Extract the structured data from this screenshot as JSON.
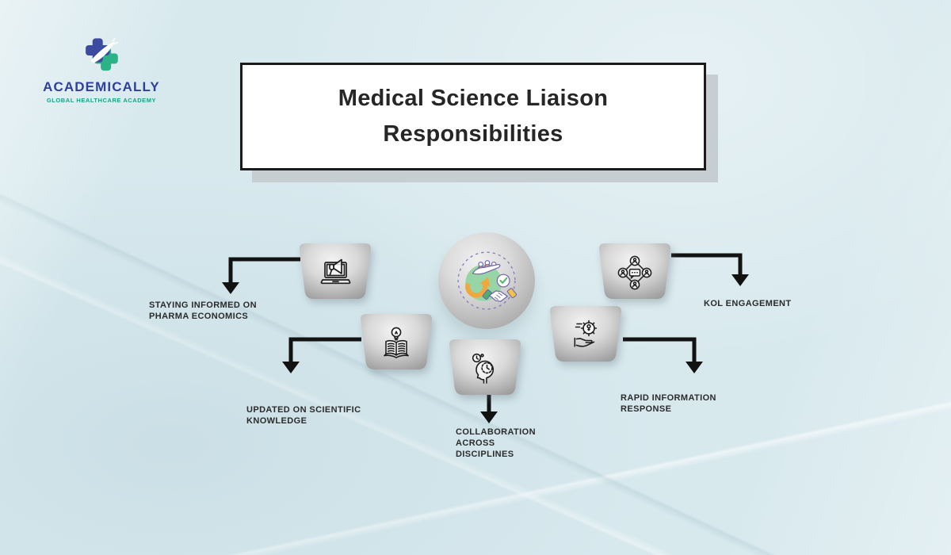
{
  "logo": {
    "name": "ACADEMICALLY",
    "tagline": "GLOBAL HEALTHCARE ACADEMY",
    "name_color": "#2e3f9e",
    "tagline_color": "#12a389"
  },
  "title": {
    "text": "Medical Science Liaison\nResponsibilities"
  },
  "center_node": {
    "icon": "collaboration-handshake-illustration"
  },
  "nodes": [
    {
      "id": "staying-informed-on-pharma-economics",
      "icon": "laptop-megaphone-icon",
      "label": "STAYING INFORMED ON\nPHARMA ECONOMICS"
    },
    {
      "id": "updated-on-scientific-knowledge",
      "icon": "book-lightbulb-icon",
      "label": "UPDATED ON SCIENTIFIC\nKNOWLEDGE"
    },
    {
      "id": "collaboration-across-disciplines",
      "icon": "head-clock-icon",
      "label": "COLLABORATION\nACROSS\nDISCIPLINES"
    },
    {
      "id": "rapid-information-response",
      "icon": "hand-gear-icon",
      "label": "RAPID INFORMATION\nRESPONSE"
    },
    {
      "id": "kol-engagement",
      "icon": "network-people-icon",
      "label": "KOL ENGAGEMENT"
    }
  ],
  "colors": {
    "background": "#d8e9ee",
    "arrow": "#121212",
    "title_border": "#1b1b1b",
    "title_shadow": "#c7ced2",
    "label_text": "#2b2b2b",
    "node_gradient_light": "#f2f2f2",
    "node_gradient_dark": "#9a9a9a",
    "illustration_green": "#97d5a6",
    "illustration_orange": "#f0a73d",
    "illustration_purple": "#6f63ad"
  }
}
